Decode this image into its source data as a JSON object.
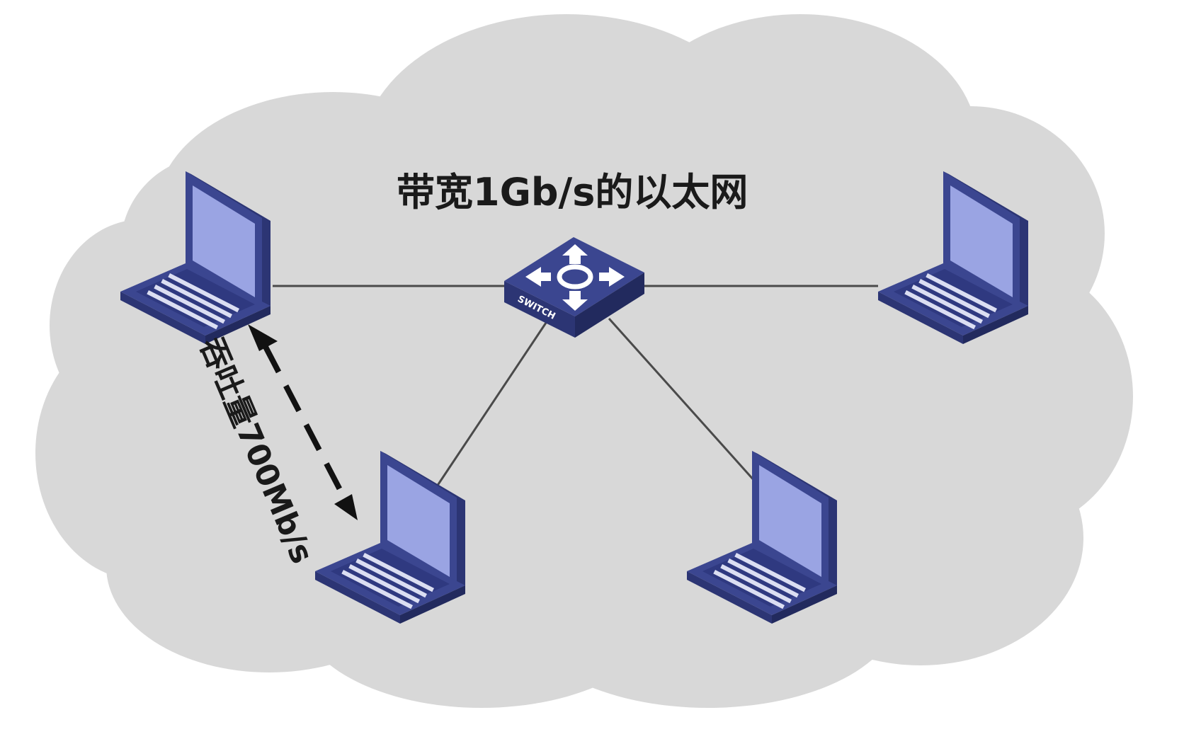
{
  "diagram": {
    "title": "带宽1Gb/s的以太网",
    "throughput_label": "吞吐量700Mb/s",
    "switch_label": "SWITCH"
  },
  "colors": {
    "cloud": "#d8d8d8",
    "device_body": "#3b4690",
    "device_screen": "#9aa4e3",
    "device_key": "#eef0ff",
    "link": "#4a4a4a",
    "arrow": "#111111"
  },
  "nodes": [
    {
      "id": "switch",
      "kind": "switch-icon"
    },
    {
      "id": "laptop-top-left",
      "kind": "laptop-icon"
    },
    {
      "id": "laptop-top-right",
      "kind": "laptop-icon"
    },
    {
      "id": "laptop-bottom-left",
      "kind": "laptop-icon"
    },
    {
      "id": "laptop-bottom-right",
      "kind": "laptop-icon"
    }
  ],
  "edges": [
    {
      "from": "laptop-top-left",
      "to": "switch",
      "style": "solid"
    },
    {
      "from": "switch",
      "to": "laptop-top-right",
      "style": "solid"
    },
    {
      "from": "switch",
      "to": "laptop-bottom-left",
      "style": "solid"
    },
    {
      "from": "switch",
      "to": "laptop-bottom-right",
      "style": "solid"
    },
    {
      "from": "laptop-top-left",
      "to": "laptop-bottom-left",
      "style": "dashed-bidirectional"
    }
  ]
}
